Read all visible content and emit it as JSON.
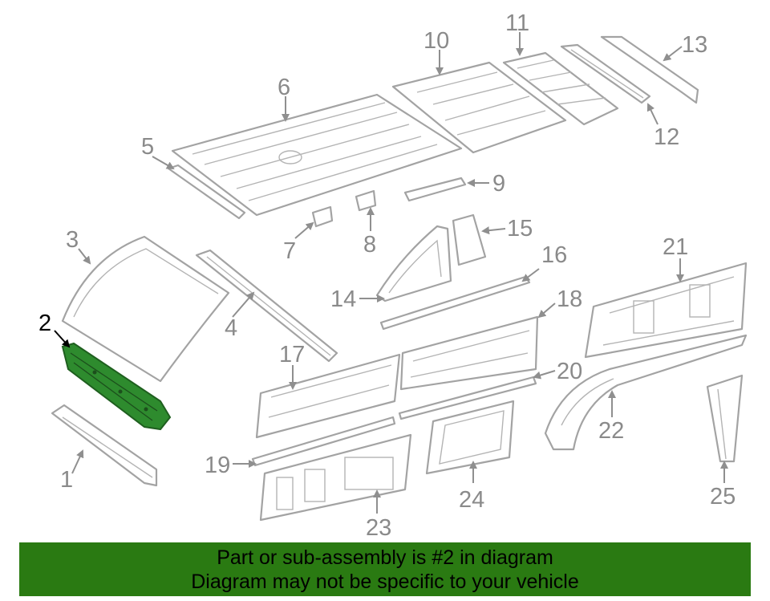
{
  "highlighted_part": "2",
  "callouts": [
    "1",
    "2",
    "3",
    "4",
    "5",
    "6",
    "7",
    "8",
    "9",
    "10",
    "11",
    "12",
    "13",
    "14",
    "15",
    "16",
    "17",
    "18",
    "19",
    "20",
    "21",
    "22",
    "23",
    "24",
    "25"
  ],
  "colors": {
    "highlight": "#2e8b2e",
    "banner": "#2a7a12",
    "line": "#a3a3a3",
    "label": "#8a8a8a"
  },
  "banner": {
    "line1": "Part or sub-assembly is #2 in diagram",
    "line2": "Diagram may not be specific to your vehicle"
  }
}
